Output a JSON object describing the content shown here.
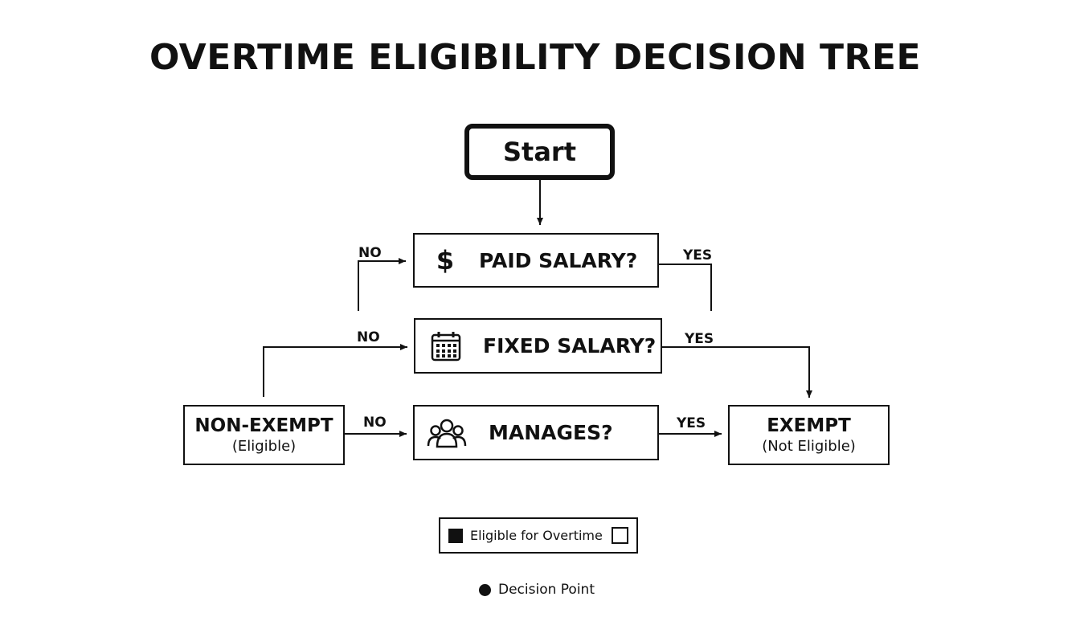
{
  "title": "OVERTIME ELIGIBILITY DECISION TREE",
  "nodes": {
    "start": {
      "label": "Start"
    },
    "paid_salary": {
      "label": "PAID SALARY?",
      "icon": "dollar-icon"
    },
    "fixed_salary": {
      "label": "FIXED SALARY?",
      "icon": "calendar-icon"
    },
    "manages": {
      "label": "MANAGES?",
      "icon": "people-group-icon"
    },
    "non_exempt": {
      "label": "NON-EXEMPT",
      "sublabel": "(Eligible)"
    },
    "exempt": {
      "label": "EXEMPT",
      "sublabel": "(Not Eligible)"
    }
  },
  "edges": [
    {
      "from": "start",
      "to": "paid_salary",
      "label": ""
    },
    {
      "from": "fixed_salary",
      "to": "paid_salary",
      "label": "NO"
    },
    {
      "from": "paid_salary",
      "to": "fixed_salary",
      "label": "YES"
    },
    {
      "from": "non_exempt",
      "to": "fixed_salary",
      "label": "NO"
    },
    {
      "from": "fixed_salary",
      "to": "exempt",
      "label": "YES"
    },
    {
      "from": "non_exempt",
      "to": "manages",
      "label": "NO"
    },
    {
      "from": "manages",
      "to": "exempt",
      "label": "YES"
    }
  ],
  "legend": {
    "eligible_label": "Eligible for Overtime",
    "decision_label": "Decision Point"
  },
  "colors": {
    "ink": "#111111",
    "background": "#ffffff"
  }
}
